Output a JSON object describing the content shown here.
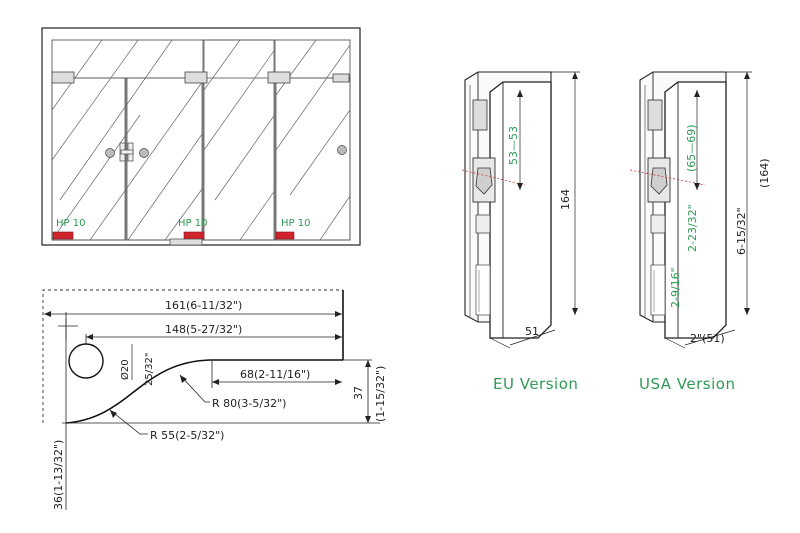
{
  "door_elevation": {
    "labels": [
      "HP 10",
      "HP 10",
      "HP 10"
    ]
  },
  "profile_drawing": {
    "dim_total": "161(6-11/32\")",
    "dim_center": "148(5-27/32\")",
    "dim_flat": "68(2-11/16\")",
    "dim_hole": "Ø20",
    "dim_hole_offset": "25/32\"",
    "dim_radius_top": "R 80(3-5/32\")",
    "dim_radius_bottom": "R 55(2-5/32\")",
    "dim_height_mm": "37",
    "dim_height_in": "(1-15/32\")",
    "dim_left": "36(1-13/32\")"
  },
  "eu_version": {
    "caption": "EU Version",
    "dim_axis": "53—53",
    "dim_height": "164",
    "dim_width": "51"
  },
  "usa_version": {
    "caption": "USA Version",
    "dim_axis": "(65—69)",
    "dim_axis_in_a": "2-9/16\"",
    "dim_axis_in_b": "2-23/32\"",
    "dim_height_in": "6-15/32\"",
    "dim_height_mm": "(164)",
    "dim_width": "2\"(51)"
  },
  "colors": {
    "accent_green": "#2f9a55",
    "pivot_red": "#d0242d"
  }
}
